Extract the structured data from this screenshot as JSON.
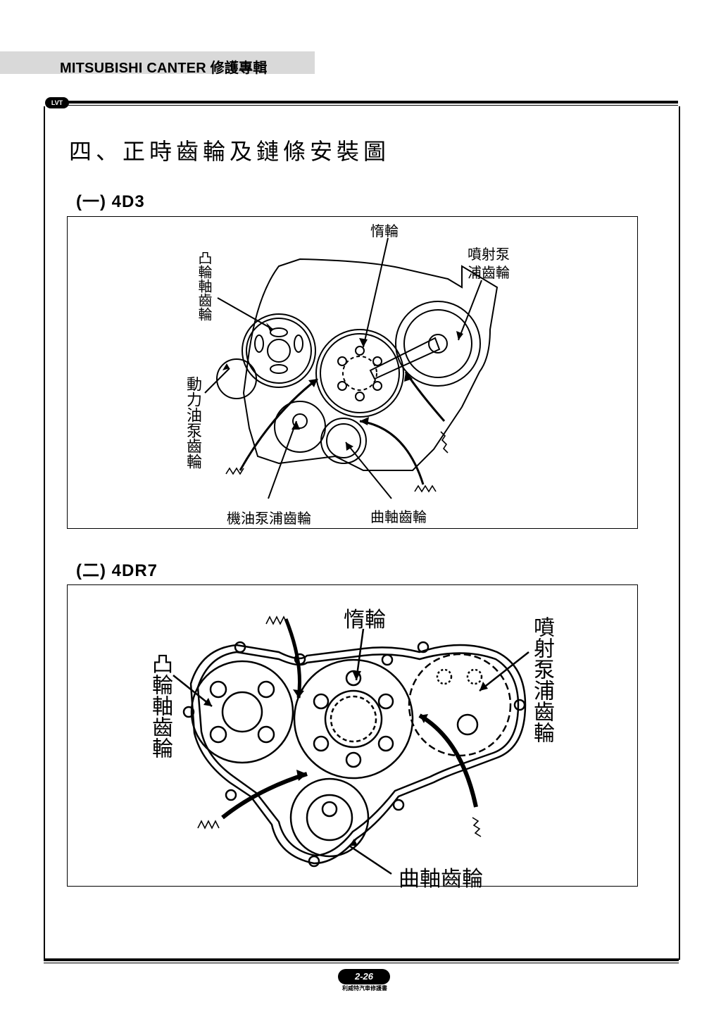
{
  "header": {
    "title": "MITSUBISHI CANTER 修護專輯",
    "logo_text": "LVT"
  },
  "section_title": "四、正時齒輪及鏈條安裝圖",
  "diagram1": {
    "subtitle": "(一) 4D3",
    "labels": {
      "idler": "惰輪",
      "injection_pump_gear": "噴射泵\n浦齒輪",
      "camshaft_gear": "凸輪軸齒輪",
      "power_steering_pump_gear": "動力油泵齒輪",
      "oil_pump_gear": "機油泵浦齒輪",
      "crankshaft_gear": "曲軸齒輪"
    }
  },
  "diagram2": {
    "subtitle": "(二) 4DR7",
    "labels": {
      "idler": "惰輪",
      "injection_pump_gear": "噴射泵浦齒輪",
      "camshaft_gear": "凸輪軸齒輪",
      "crankshaft_gear": "曲軸齒輪"
    }
  },
  "footer": {
    "page_number": "2-26",
    "publisher": "利威特汽車修護書"
  }
}
